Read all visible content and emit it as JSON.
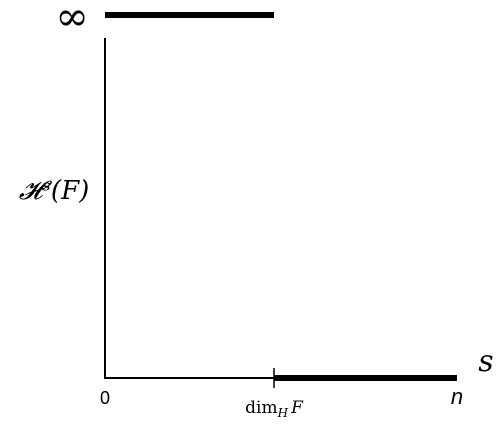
{
  "chart_data": {
    "type": "line",
    "ylabel": "𝓗ˢ(F)",
    "xlabel": "s",
    "infinity_label": "∞",
    "x_ticks": [
      {
        "value": 0,
        "label": "0"
      },
      {
        "value": 1,
        "label": "dim"
      },
      {
        "value": 2,
        "label": "n"
      }
    ],
    "dim_label": {
      "base": "dim",
      "subscript": "H",
      "suffix": "F"
    },
    "xlim": [
      0,
      2
    ],
    "series": [
      {
        "segment": "upper",
        "x": [
          0,
          1
        ],
        "y": [
          "∞",
          "∞"
        ]
      },
      {
        "segment": "lower",
        "x": [
          1,
          2
        ],
        "y": [
          0,
          0
        ]
      }
    ],
    "colors": {
      "line": "#000000",
      "background": "#ffffff"
    }
  }
}
